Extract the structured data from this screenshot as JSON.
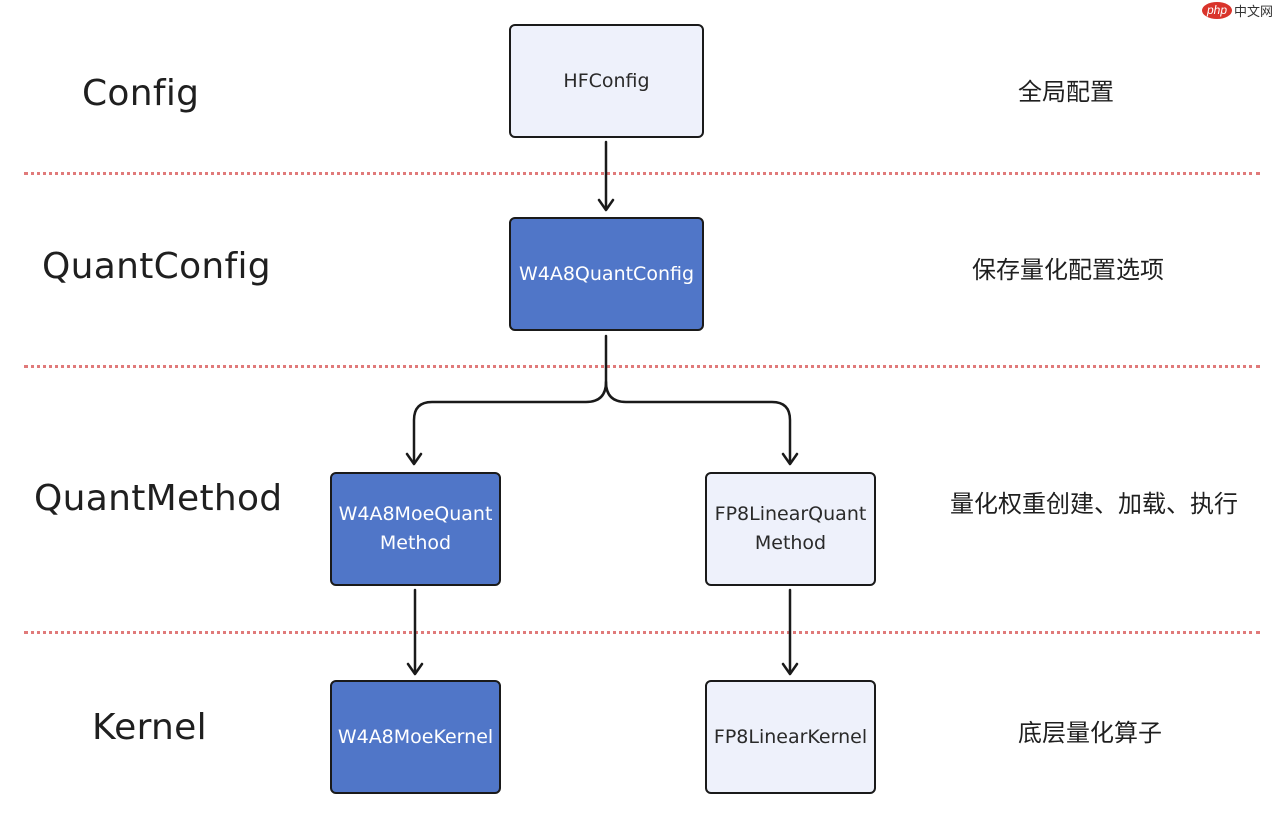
{
  "watermark": {
    "logo": "php",
    "text": "中文网"
  },
  "layers": [
    {
      "label": "Config",
      "description": "全局配置"
    },
    {
      "label": "QuantConfig",
      "description": "保存量化配置选项"
    },
    {
      "label": "QuantMethod",
      "description": "量化权重创建、加载、执行"
    },
    {
      "label": "Kernel",
      "description": "底层量化算子"
    }
  ],
  "nodes": {
    "hf_config": {
      "lines": [
        "HFConfig"
      ],
      "style": "light"
    },
    "w4a8_quant_config": {
      "lines": [
        "W4A8QuantConfig"
      ],
      "style": "dark"
    },
    "w4a8_moe_quant_method": {
      "lines": [
        "W4A8MoeQuant",
        "Method"
      ],
      "style": "dark"
    },
    "fp8_linear_quant_method": {
      "lines": [
        "FP8LinearQuant",
        "Method"
      ],
      "style": "light"
    },
    "w4a8_moe_kernel": {
      "lines": [
        "W4A8MoeKernel"
      ],
      "style": "dark"
    },
    "fp8_linear_kernel": {
      "lines": [
        "FP8LinearKernel"
      ],
      "style": "light"
    }
  },
  "colors": {
    "dark_node": "#5076c8",
    "light_node": "#eef1fb",
    "divider": "#e07a7a",
    "arrow": "#1a1a1a"
  }
}
